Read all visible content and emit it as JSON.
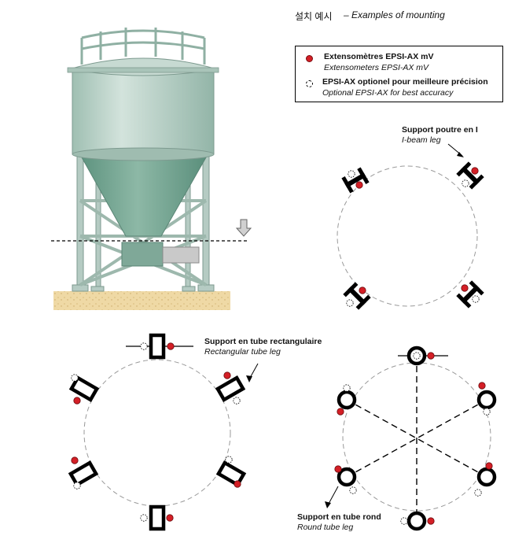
{
  "header": {
    "title_ko": "설치 예시",
    "title_en": "– Examples of mounting"
  },
  "legend": {
    "items": [
      {
        "fr": "Extensomètres EPSI-AX mV",
        "en": "Extensometers EPSI-AX mV",
        "icon": "red-filled-circle",
        "color": "#d41f26"
      },
      {
        "fr": "EPSI-AX optionel pour meilleure précision",
        "en": "Optional EPSI-AX for best accuracy",
        "icon": "dashed-circle",
        "color": "#000000"
      }
    ]
  },
  "labels": {
    "ibeam_fr": "Support poutre en I",
    "ibeam_en": "I-beam leg",
    "rect_fr": "Support en tube rectangulaire",
    "rect_en": "Rectangular tube leg",
    "round_fr": "Support en tube rond",
    "round_en": "Round tube leg"
  },
  "colors": {
    "silo_body": "#b8cec5",
    "silo_dark": "#8fb3a5",
    "hopper": "#6f9e8c",
    "sensor_red": "#d41f26",
    "ground": "#efd9a5"
  }
}
